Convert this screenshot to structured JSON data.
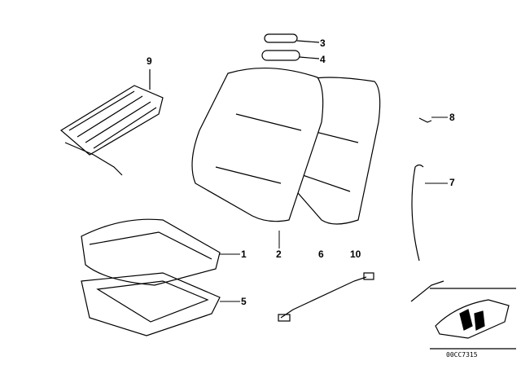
{
  "callouts": [
    "1",
    "2",
    "3",
    "4",
    "5",
    "6",
    "7",
    "8",
    "9",
    "10"
  ],
  "diagram_code": "00CC7315"
}
